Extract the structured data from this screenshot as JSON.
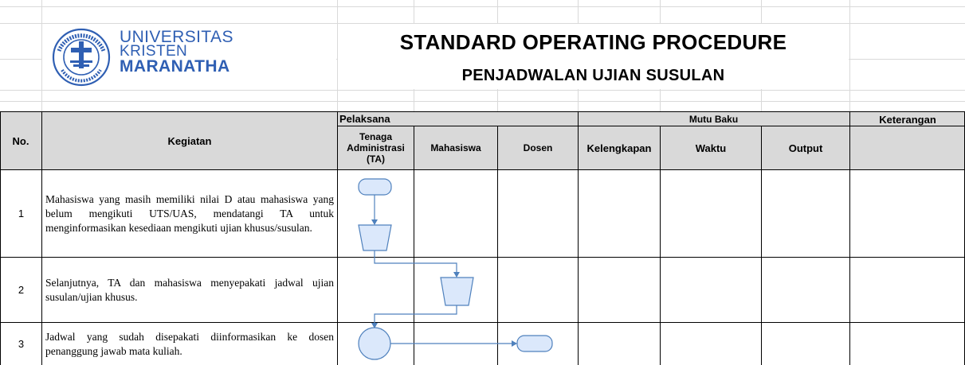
{
  "logo": {
    "line1": "UNIVERSITAS",
    "line2": "KRISTEN",
    "line3": "MARANATHA",
    "seal_text_top": "UNIVERSITAS KRISTEN MARANATHA",
    "seal_text_bottom": "BANDUNG",
    "color": "#2f5fb3"
  },
  "title": {
    "main": "STANDARD OPERATING PROCEDURE",
    "sub": "PENJADWALAN UJIAN SUSULAN"
  },
  "table": {
    "headers": {
      "no": "No.",
      "kegiatan": "Kegiatan",
      "pelaksana": "Pelaksana",
      "mutu_baku": "Mutu Baku",
      "keterangan": "Keterangan",
      "ta": "Tenaga Administrasi (TA)",
      "mahasiswa": "Mahasiswa",
      "dosen": "Dosen",
      "kelengkapan": "Kelengkapan",
      "waktu": "Waktu",
      "output": "Output"
    },
    "rows": [
      {
        "no": "1",
        "kegiatan": "Mahasiswa yang masih memiliki nilai D atau mahasiswa yang belum mengikuti UTS/UAS, mendatangi TA untuk menginformasikan kesediaan mengikuti ujian khusus/susulan."
      },
      {
        "no": "2",
        "kegiatan": "Selanjutnya, TA dan mahasiswa menyepakati jadwal ujian susulan/ujian khusus."
      },
      {
        "no": "3",
        "kegiatan": "Jadwal yang sudah disepakati diinformasikan ke dosen penanggung jawab mata kuliah."
      }
    ]
  },
  "flow": {
    "shape_fill": "#dbe8fb",
    "shape_stroke": "#4f81bd",
    "connector": "#4f81bd",
    "symbols": [
      "terminator",
      "manual-operation",
      "manual-operation",
      "connector-circle",
      "terminator"
    ]
  }
}
